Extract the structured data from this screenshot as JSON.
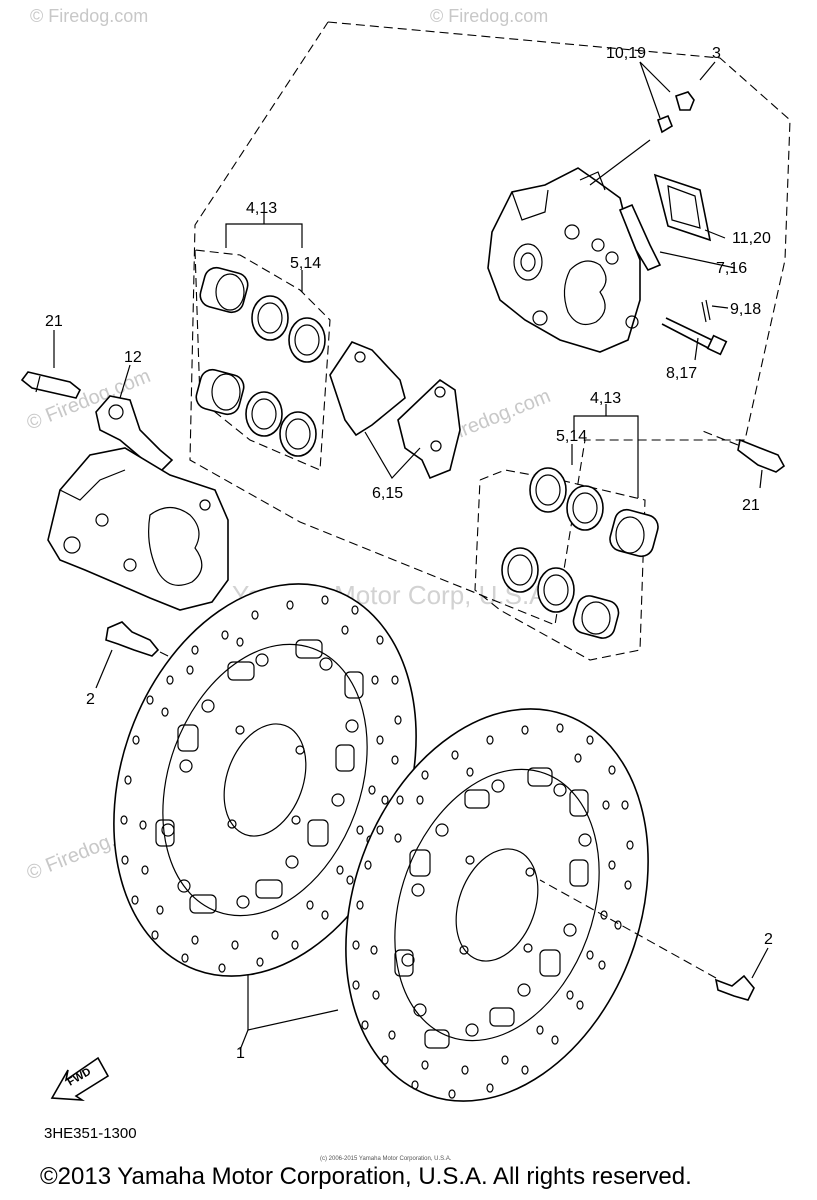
{
  "callouts": {
    "c10_19": "10,19",
    "c3": "3",
    "c4_13_left": "4,13",
    "c5_14_left": "5,14",
    "c11_20": "11,20",
    "c7_16": "7,16",
    "c9_18": "9,18",
    "c8_17": "8,17",
    "c21_left": "21",
    "c12": "12",
    "c6_15": "6,15",
    "c4_13_right": "4,13",
    "c5_14_right": "5,14",
    "c21_right": "21",
    "c2_left": "2",
    "c2_right": "2",
    "c1": "1"
  },
  "fwd_label": "FWD",
  "diagram_code": "3HE351-1300",
  "tiny_credit": "(c) 2006-2015 Yamaha Motor Corporation, U.S.A.",
  "copyright": "©2013 Yamaha Motor Corporation, U.S.A. All rights reserved.",
  "watermarks": {
    "firedog": "© Firedog.com",
    "center": "Yamaha Motor Corp, U.S.A."
  }
}
